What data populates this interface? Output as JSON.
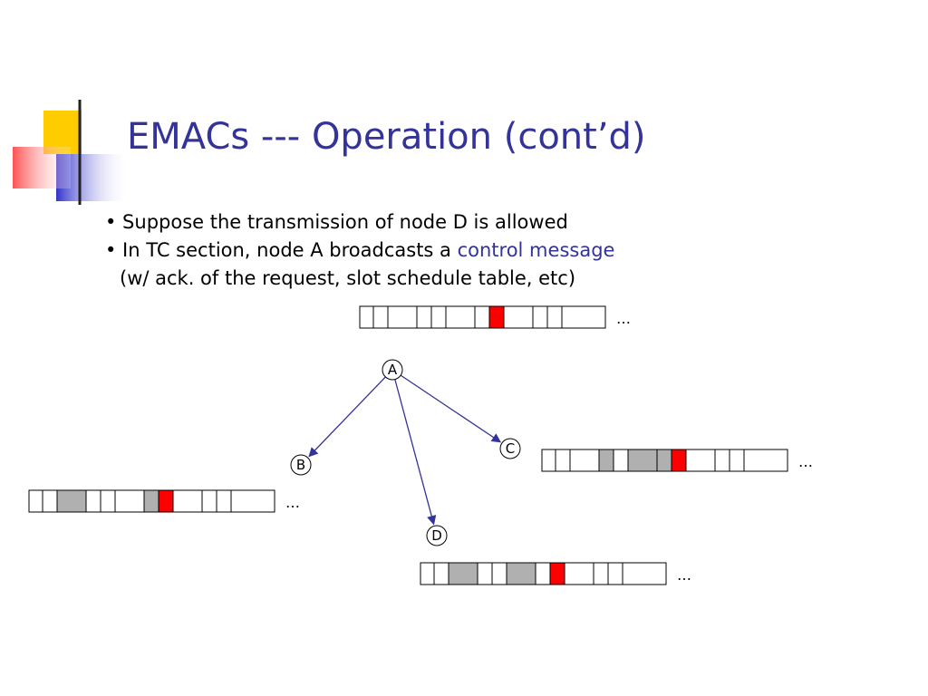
{
  "title": "EMACs --- Operation (cont’d)",
  "bullets": [
    {
      "text": "• Suppose the transmission of node D is allowed"
    },
    {
      "text_before": "• In TC section, node A broadcasts a ",
      "highlight": "control message",
      "text_after": ""
    },
    {
      "text": "(w/ ack. of the request, slot schedule table, etc)"
    }
  ],
  "colors": {
    "title": "#333399",
    "highlight": "#333399",
    "arrow": "#333399",
    "slot_busy": "#b0b0b0",
    "slot_control": "#ff0000",
    "slot_empty": "#ffffff",
    "deco_yellow": "#ffcc00",
    "deco_blue": "#3333cc",
    "deco_red": "#ff3333"
  },
  "nodes": [
    {
      "id": "A",
      "label": "A"
    },
    {
      "id": "B",
      "label": "B"
    },
    {
      "id": "C",
      "label": "C"
    },
    {
      "id": "D",
      "label": "D"
    }
  ],
  "edges": [
    {
      "from": "A",
      "to": "B"
    },
    {
      "from": "A",
      "to": "C"
    },
    {
      "from": "A",
      "to": "D"
    }
  ],
  "ellipsis": "…",
  "frame_pattern_note_types": [
    "empty",
    "busy",
    "control"
  ],
  "frames": [
    {
      "node": "A",
      "slots": [
        "empty",
        "empty",
        "empty",
        "empty",
        "empty",
        "empty",
        "empty",
        "control",
        "empty",
        "empty",
        "empty",
        "empty"
      ]
    },
    {
      "node": "C",
      "slots": [
        "empty",
        "empty",
        "empty",
        "busy",
        "empty",
        "busy",
        "busy",
        "control",
        "empty",
        "empty",
        "empty",
        "empty"
      ]
    },
    {
      "node": "B",
      "slots": [
        "empty",
        "empty",
        "busy",
        "empty",
        "empty",
        "empty",
        "busy",
        "control",
        "empty",
        "empty",
        "empty",
        "empty"
      ]
    },
    {
      "node": "D",
      "slots": [
        "empty",
        "empty",
        "busy",
        "empty",
        "empty",
        "busy",
        "empty",
        "control",
        "empty",
        "empty",
        "empty",
        "empty"
      ]
    }
  ]
}
